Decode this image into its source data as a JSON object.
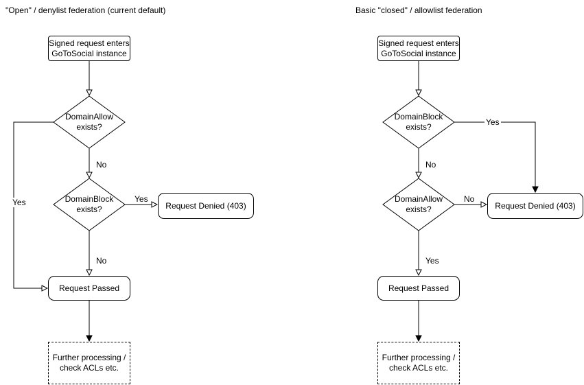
{
  "colors": {
    "stroke": "#000000",
    "background": "#ffffff",
    "text": "#000000"
  },
  "diagram": {
    "left": {
      "title": "\"Open\" / denylist federation (current default)",
      "nodes": {
        "start": "Signed request enters\nGoToSocial instance",
        "allow": "DomainAllow\nexists?",
        "block": "DomainBlock\nexists?",
        "denied": "Request Denied (403)",
        "passed": "Request Passed",
        "further": "Further processing /\ncheck ACLs etc."
      },
      "edges": {
        "allow_no": "No",
        "allow_yes": "Yes",
        "block_yes": "Yes",
        "block_no": "No"
      }
    },
    "right": {
      "title": "Basic \"closed\" / allowlist federation",
      "nodes": {
        "start": "Signed request enters\nGoToSocial instance",
        "block": "DomainBlock\nexists?",
        "allow": "DomainAllow\nexists?",
        "denied": "Request Denied (403)",
        "passed": "Request Passed",
        "further": "Further processing /\ncheck ACLs etc."
      },
      "edges": {
        "block_yes": "Yes",
        "block_no": "No",
        "allow_no": "No",
        "allow_yes": "Yes"
      }
    }
  }
}
